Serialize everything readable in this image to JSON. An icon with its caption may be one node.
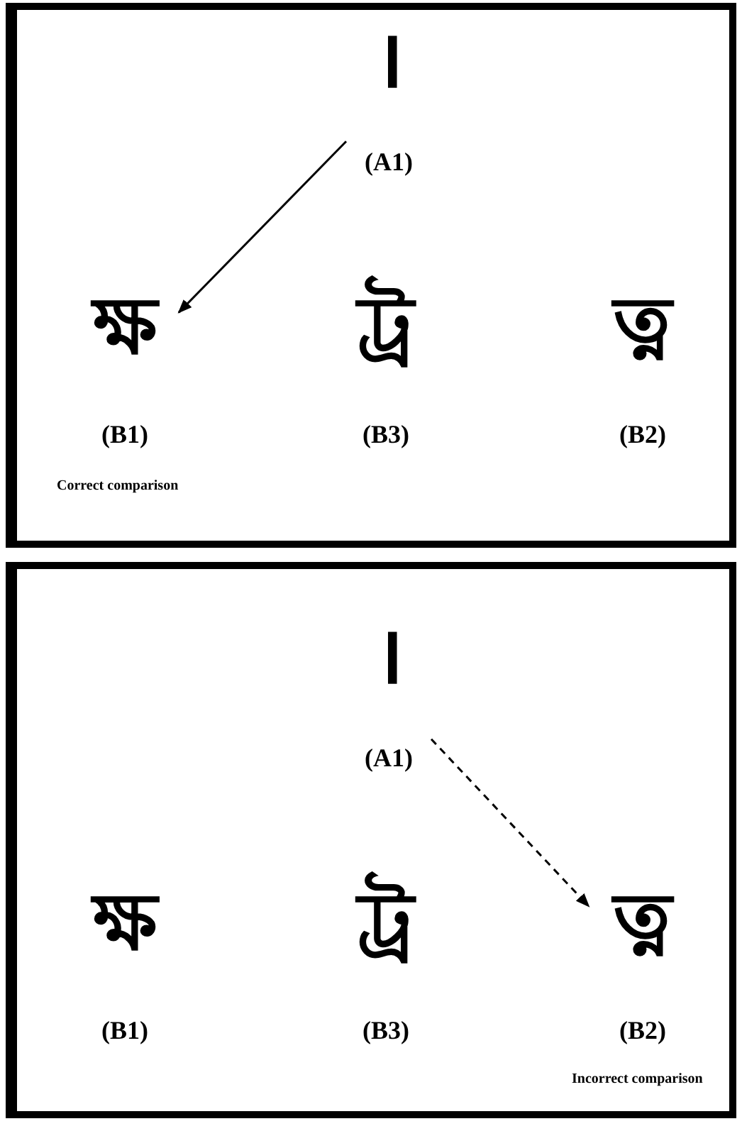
{
  "diagram": {
    "nodes": [
      {
        "text": [],
        "shape": "box"
      },
      {
        "text": [
          "।",
          "(A1)"
        ],
        "in": 0
      },
      {
        "text": [
          "ক্ষ",
          "(B1)"
        ],
        "in": 0,
        "beside": [
          "Correct comparison"
        ]
      },
      {
        "text": [
          "ট্র",
          "(B3)"
        ],
        "in": 0
      },
      {
        "text": [
          "ত্ন",
          "(B2)"
        ],
        "in": 0
      },
      {
        "text": [],
        "shape": "box"
      },
      {
        "text": [
          "।",
          "(A1)"
        ],
        "in": 5
      },
      {
        "text": [
          "ক্ষ",
          "(B1)"
        ],
        "in": 5
      },
      {
        "text": [
          "ট্র",
          "(B3)"
        ],
        "in": 5
      },
      {
        "text": [
          "ত্ন",
          "(B2)"
        ],
        "in": 5,
        "beside": [
          "Incorrect comparison"
        ]
      }
    ],
    "edges": [
      {
        "from": 1,
        "to": 2,
        "arrow": "to"
      },
      {
        "from": 6,
        "to": 9,
        "arrow": "to",
        "style": "dashed"
      }
    ]
  }
}
